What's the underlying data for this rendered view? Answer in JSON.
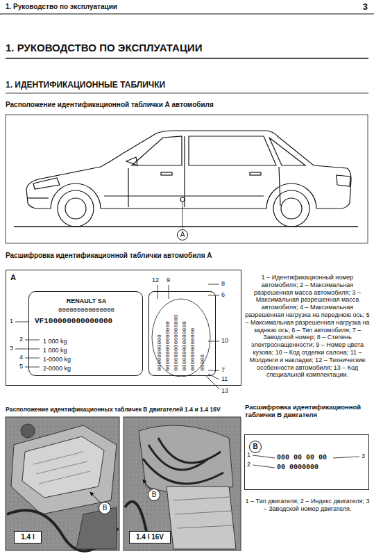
{
  "diagram": {
    "title": "1. РУКОВОДСТВО ПО ЭКСПЛУАТАЦИИ",
    "nodes": [
      {
        "text": [
          "A"
        ]
      },
      {
        "text": [
          "A"
        ]
      },
      {
        "text": [
          "RENAULT SA",
          "000000000000000",
          "VF100000000000000",
          "1 000 kg",
          "1 000 kg",
          "1-0000 kg",
          "2-0000 kg"
        ],
        "in": 1
      },
      {
        "text": [
          "00000000000",
          "000000000000000",
          "00000000000000000",
          "000000000000000",
          "0000000000000",
          "00000"
        ],
        "in": 1
      },
      {
        "text": [
          "1.4 l"
        ]
      },
      {
        "text": [
          "B"
        ]
      },
      {
        "text": [
          "1.4 l 16V"
        ]
      },
      {
        "text": [
          "B"
        ]
      },
      {
        "text": [
          "000 00 00 00",
          "00 0000000"
        ]
      },
      {
        "text": [
          "B"
        ],
        "in": 8
      }
    ],
    "labels": [
      "1. Руководство по эксплуатации",
      "3",
      "1. ИДЕНТИФИКАЦИОННЫЕ ТАБЛИЧКИ",
      "Расположение идентификационной таблички А автомобиля",
      "Расшифровка идентификационной таблички автомобиля А",
      "1",
      "2",
      "3",
      "4",
      "5",
      "12",
      "9",
      "8",
      "6",
      "10",
      "7",
      "11",
      "13",
      "1 – Идентификационный номер автомобиля; 2 – Максимальная разрешенная масса автомобиля; 3 – Максимальная разрешенная масса автомобиля; 4 – Максимальная разрешенная нагрузка на переднюю ось; 5 – Максимальная разрешенная нагрузка на заднюю ось; 6 – Тип автомобиля; 7 – Заводской номер; 8 – Степень электроснащенности; 9 – Номер цвета кузова; 10 – Код отделки салона; 11 – Молдинги и накладки; 12 – Технические особенности автомобиля; 13 – Код специальной комплектации.",
      "Расположение идентификационных табличек В двигателей 1.4 и 1.4 16V",
      "Расшифровка идентификационной таблички В двигателя",
      "1",
      "2",
      "3",
      "1 – Тип двигателя; 2 – Индекс двигателя; 3 – Заводской номер двигателя."
    ]
  }
}
